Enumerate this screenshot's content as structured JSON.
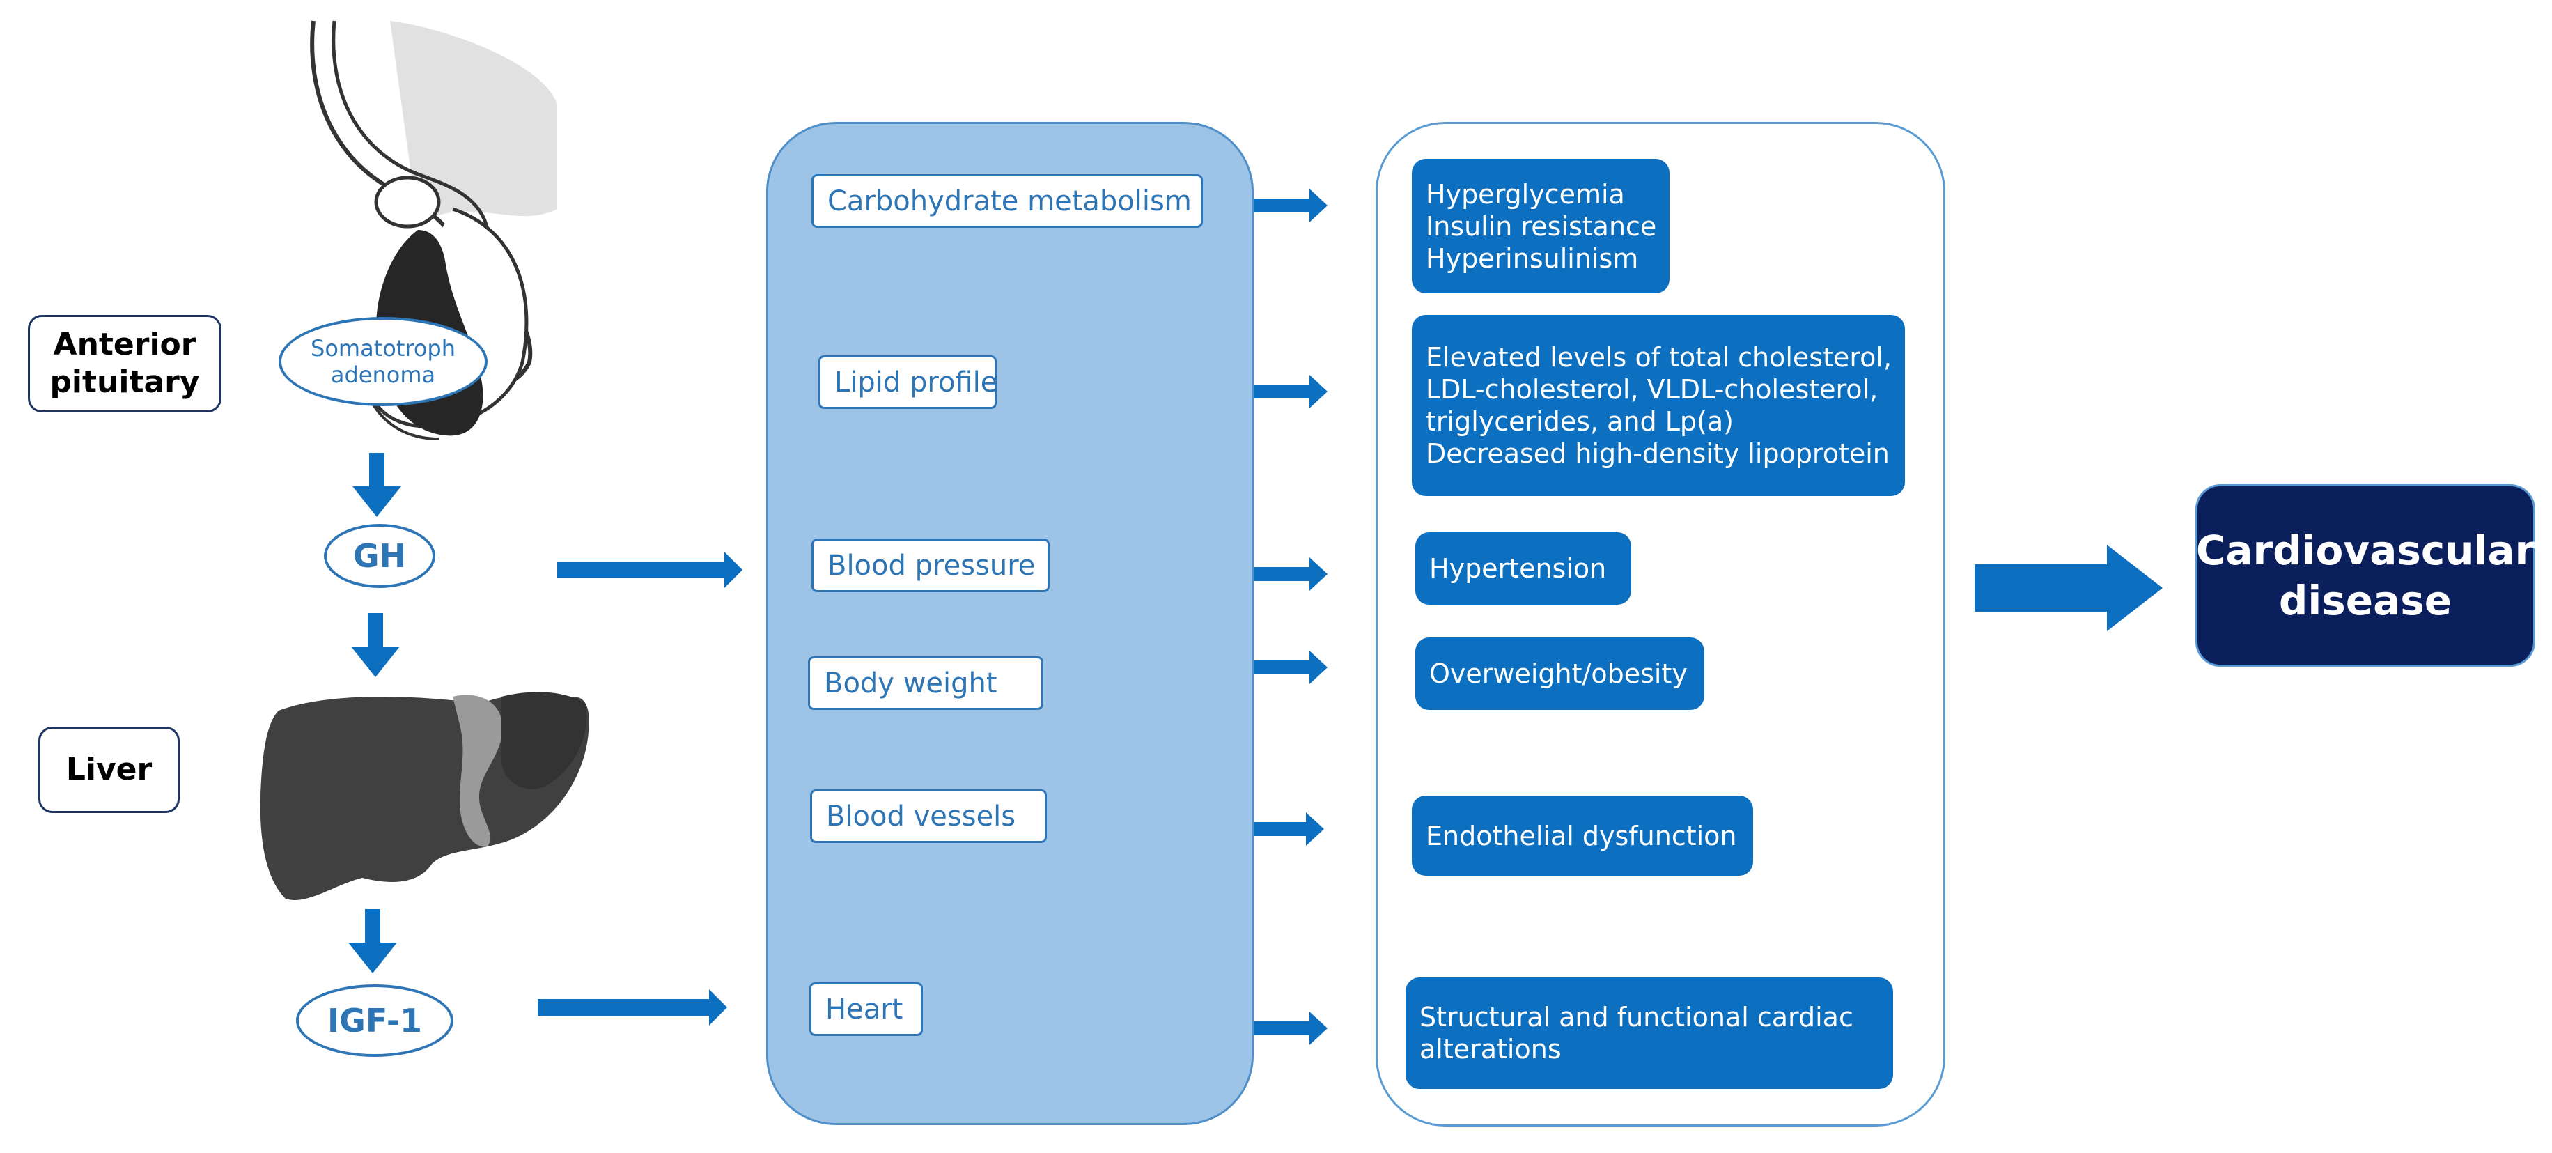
{
  "left": {
    "anterior_pituitary": "Anterior\npituitary",
    "liver": "Liver",
    "adenoma": "Somatotroph\nadenoma",
    "gh": "GH",
    "igf1": "IGF-1"
  },
  "factors": [
    "Carbohydrate metabolism",
    "Lipid profile",
    "Blood pressure",
    "Body weight",
    "Blood vessels",
    "Heart"
  ],
  "effects": [
    [
      "Hyperglycemia",
      "Insulin resistance",
      "Hyperinsulinism"
    ],
    [
      "Elevated levels of total cholesterol,",
      " LDL-cholesterol, VLDL-cholesterol,",
      "triglycerides, and Lp(a)",
      "Decreased high-density lipoprotein"
    ],
    [
      "Hypertension"
    ],
    [
      "Overweight/obesity"
    ],
    [
      "Endothelial dysfunction"
    ],
    [
      "Structural and functional cardiac",
      "alterations"
    ]
  ],
  "outcome": "Cardiovascular\ndisease",
  "colors": {
    "arrow": "#0d6fbf",
    "panel_mid": "#9dc3e6",
    "effect_box": "#0d6fbf",
    "outcome_box": "#0b1f5c"
  }
}
